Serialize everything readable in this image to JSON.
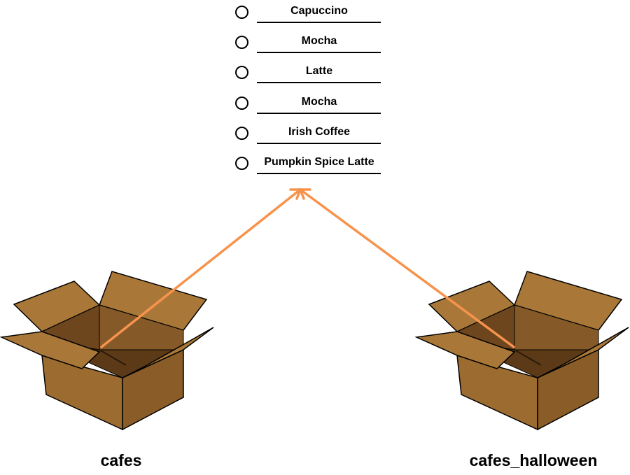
{
  "list": {
    "items": [
      {
        "label": "Capuccino"
      },
      {
        "label": "Mocha"
      },
      {
        "label": "Latte"
      },
      {
        "label": "Mocha"
      },
      {
        "label": "Irish Coffee"
      },
      {
        "label": "Pumpkin Spice Latte"
      }
    ]
  },
  "boxes": {
    "left": {
      "label": "cafes"
    },
    "right": {
      "label": "cafes_halloween"
    }
  },
  "colors": {
    "arrow": "#f7934c",
    "box_front": "#9c6b30",
    "box_side": "#8a5c27",
    "box_inner": "#7a4f22",
    "box_flap": "#a97838",
    "outline": "#000000"
  }
}
